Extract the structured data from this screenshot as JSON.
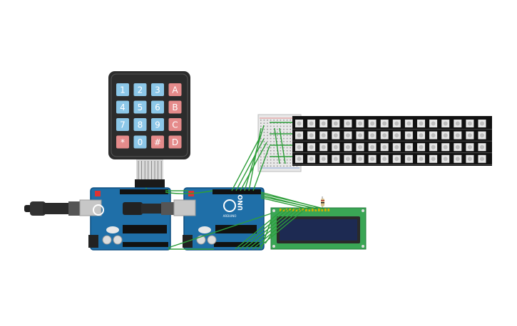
{
  "keypad": {
    "keys": [
      {
        "label": "1",
        "kind": "num"
      },
      {
        "label": "2",
        "kind": "num"
      },
      {
        "label": "3",
        "kind": "num"
      },
      {
        "label": "A",
        "kind": "fn"
      },
      {
        "label": "4",
        "kind": "num"
      },
      {
        "label": "5",
        "kind": "num"
      },
      {
        "label": "6",
        "kind": "num"
      },
      {
        "label": "B",
        "kind": "fn"
      },
      {
        "label": "7",
        "kind": "num"
      },
      {
        "label": "8",
        "kind": "num"
      },
      {
        "label": "9",
        "kind": "num"
      },
      {
        "label": "C",
        "kind": "fn"
      },
      {
        "label": "*",
        "kind": "fn"
      },
      {
        "label": "0",
        "kind": "num"
      },
      {
        "label": "#",
        "kind": "fn"
      },
      {
        "label": "D",
        "kind": "fn"
      }
    ]
  },
  "arduino2": {
    "model_label": "UNO",
    "brand_label": "ARDUINO"
  },
  "led_matrix": {
    "rows": 4,
    "leds_per_row": 16
  },
  "lcd": {
    "pin_count": 16
  },
  "colors": {
    "board_blue": "#1f6fa8",
    "board_edge": "#0f4f80",
    "keypad_body": "#2c2c2c",
    "key_blue": "#8cc7e8",
    "key_red": "#e58b8b",
    "wire_green": "#2e9e3a",
    "lcd_pcb": "#3aa655",
    "lcd_screen": "#1d2a52",
    "matrix_bg": "#111111",
    "breadboard": "#e8e8e8"
  }
}
